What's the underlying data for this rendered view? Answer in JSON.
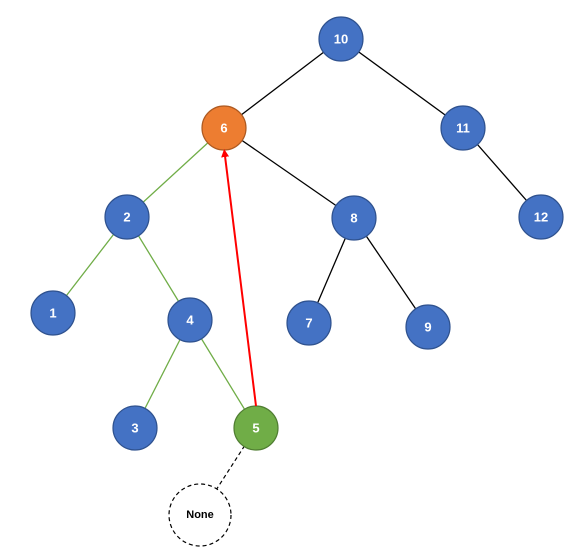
{
  "colors": {
    "node_default": "#4472C4",
    "node_outline": "#2F528F",
    "node_current": "#ED7D31",
    "node_current_outline": "#AE5A21",
    "node_found": "#70AD47",
    "node_found_outline": "#507E32",
    "edge_default": "#000000",
    "edge_path": "#70AD47",
    "arrow": "#FF0000",
    "none_outline": "#000000"
  },
  "nodes": {
    "n10": {
      "label": "10"
    },
    "n6": {
      "label": "6"
    },
    "n11": {
      "label": "11"
    },
    "n2": {
      "label": "2"
    },
    "n8": {
      "label": "8"
    },
    "n12": {
      "label": "12"
    },
    "n1": {
      "label": "1"
    },
    "n4": {
      "label": "4"
    },
    "n7": {
      "label": "7"
    },
    "n9": {
      "label": "9"
    },
    "n3": {
      "label": "3"
    },
    "n5": {
      "label": "5"
    },
    "none": {
      "label": "None"
    }
  }
}
